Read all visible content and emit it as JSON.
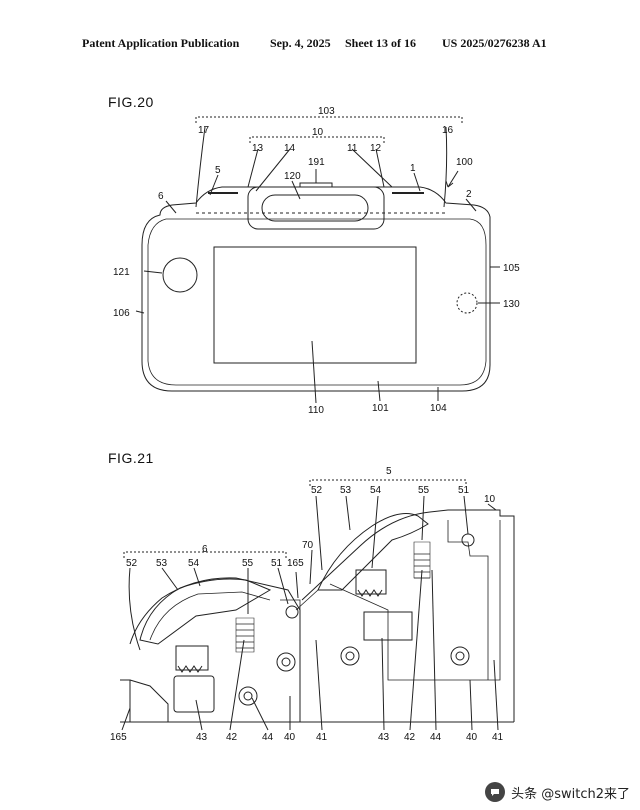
{
  "header": {
    "left": "Patent Application Publication",
    "date": "Sep. 4, 2025",
    "sheet": "Sheet 13 of 16",
    "pubno": "US 2025/0276238 A1"
  },
  "fig20": {
    "label": "FIG.20",
    "refs": {
      "r103": "103",
      "r17": "17",
      "r16": "16",
      "r10": "10",
      "r13": "13",
      "r14": "14",
      "r11": "11",
      "r12": "12",
      "r191": "191",
      "r120": "120",
      "r5": "5",
      "r1": "1",
      "r100": "100",
      "r6": "6",
      "r2": "2",
      "r121": "121",
      "r105": "105",
      "r106": "106",
      "r130": "130",
      "r110": "110",
      "r101": "101",
      "r104": "104"
    }
  },
  "fig21": {
    "label": "FIG.21",
    "refs": {
      "r5": "5",
      "r52a": "52",
      "r53a": "53",
      "r54a": "54",
      "r55a": "55",
      "r51a": "51",
      "r10": "10",
      "r70": "70",
      "r6": "6",
      "r52b": "52",
      "r53b": "53",
      "r54b": "54",
      "r55b": "55",
      "r51b": "51",
      "r165a": "165",
      "r165b": "165",
      "r43a": "43",
      "r42a": "42",
      "r44a": "44",
      "r40a": "40",
      "r41a": "41",
      "r43b": "43",
      "r42b": "42",
      "r44b": "44",
      "r40b": "40",
      "r41b": "41"
    }
  },
  "watermark": {
    "icon": "speech-bubble-icon",
    "text": "头条 @switch2来了"
  }
}
